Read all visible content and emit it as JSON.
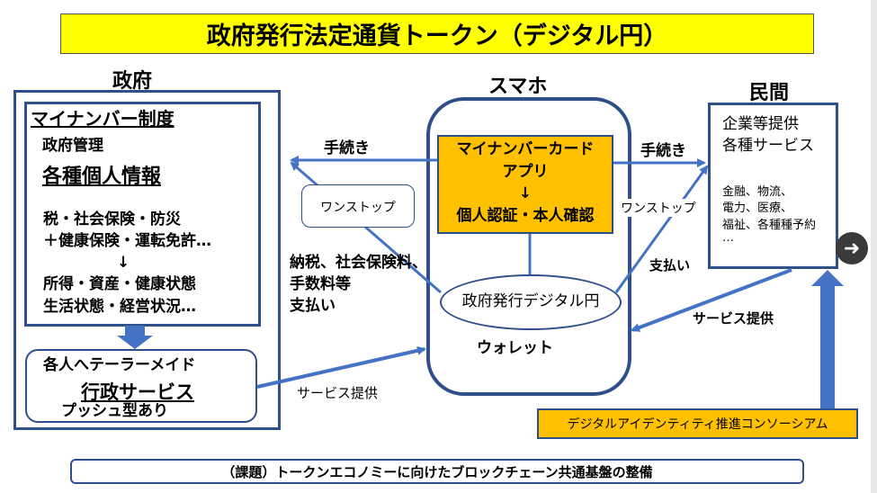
{
  "title": "政府発行法定通貨トークン（デジタル円）",
  "government": {
    "heading": "政府",
    "box_title": "マイナンバー制度",
    "mgmt_line1": "政府管理",
    "mgmt_line2": "各種個人情報",
    "info_lines": [
      "税・社会保険・防災",
      "＋健康保険・運転免許…",
      "↓",
      "所得・資産・健康状態",
      "生活状態・経営状況…"
    ],
    "service_line1": "各人へテーラーメイド",
    "service_line2": "行政サービス",
    "service_line3": "プッシュ型あり"
  },
  "smartphone": {
    "heading": "スマホ",
    "card_line1": "マイナンバーカード",
    "card_line2": "アプリ",
    "card_arrow": "↓",
    "card_line3": "個人認証・本人確認",
    "yen_label": "政府発行デジタル円",
    "wallet_label": "ウォレット"
  },
  "private": {
    "heading": "民間",
    "line1": "企業等提供",
    "line2": "各種サービス",
    "detail_lines": [
      "金融、物流、",
      "電力、医療、",
      "福祉、各種種予約",
      "…"
    ]
  },
  "arrows": {
    "procedure_left": "手続き",
    "procedure_right": "手続き",
    "one_stop_left": "ワンストップ",
    "one_stop_right": "ワンストップ",
    "tax_line1": "納税、社会保険料、",
    "tax_line2": "手数料等",
    "tax_line3": "支払い",
    "pay_right": "支払い",
    "service_provide_right": "サービス提供",
    "service_provide_bottom": "サービス提供"
  },
  "consortium": "デジタルアイデンティティ推進コンソーシアム",
  "footer": "（課題）トークンエコノミーに向けたブロックチェーン共通基盤の整備",
  "colors": {
    "title_bg": "#ffff00",
    "card_bg": "#ffc000",
    "border_blue": "#2e4f8a",
    "arrow_blue": "#4472c4"
  }
}
